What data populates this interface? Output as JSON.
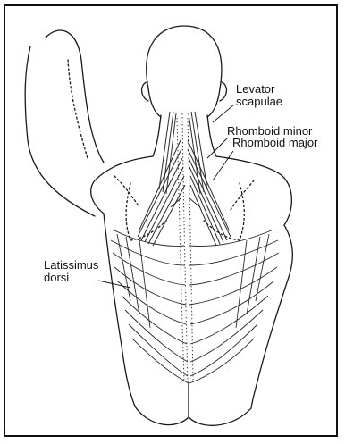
{
  "labels": {
    "levator_line1": "Levator",
    "levator_line2": "scapulae",
    "rhomboid_minor": "Rhomboid minor",
    "rhomboid_major": "Rhomboid major",
    "latissimus_line1": "Latissimus",
    "latissimus_line2": "dorsi"
  },
  "colors": {
    "frame": "#111111",
    "ink": "#1a1a1a",
    "muscle_dark": "#2b2b2b",
    "background": "#ffffff"
  }
}
